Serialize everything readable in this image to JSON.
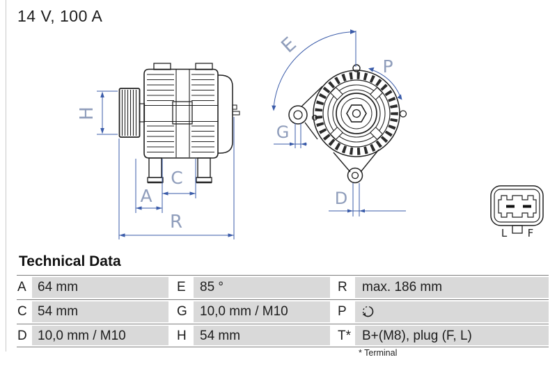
{
  "header": {
    "rating": "14 V, 100 A"
  },
  "diagram": {
    "side_view_labels": {
      "h": "H",
      "a": "A",
      "c": "C",
      "r": "R"
    },
    "front_view_labels": {
      "e": "E",
      "g": "G",
      "p": "P",
      "d": "D"
    },
    "connector_labels": {
      "left": "L",
      "right": "F"
    }
  },
  "icons": {
    "rotation_direction": "rotation-clockwise-icon"
  },
  "colors": {
    "dimension_line": "#3a5ba9",
    "dimension_label": "#8f9dbb",
    "table_cell_gray": "#d9d9d9",
    "separator_line": "#7d7d7d"
  },
  "table": {
    "title": "Technical Data",
    "rows": [
      {
        "cells": [
          {
            "key": "A",
            "value": "64 mm"
          },
          {
            "key": "E",
            "value": "85 °"
          },
          {
            "key": "R",
            "value": "max. 186 mm"
          }
        ]
      },
      {
        "cells": [
          {
            "key": "C",
            "value": "54 mm"
          },
          {
            "key": "G",
            "value": "10,0 mm / M10"
          },
          {
            "key": "P",
            "value": "",
            "icon": "rotation-clockwise-icon"
          }
        ]
      },
      {
        "cells": [
          {
            "key": "D",
            "value": "10,0 mm / M10"
          },
          {
            "key": "H",
            "value": "54 mm"
          },
          {
            "key": "T*",
            "value": "B+(M8), plug (F, L)"
          }
        ]
      }
    ],
    "footnote": "* Terminal"
  }
}
